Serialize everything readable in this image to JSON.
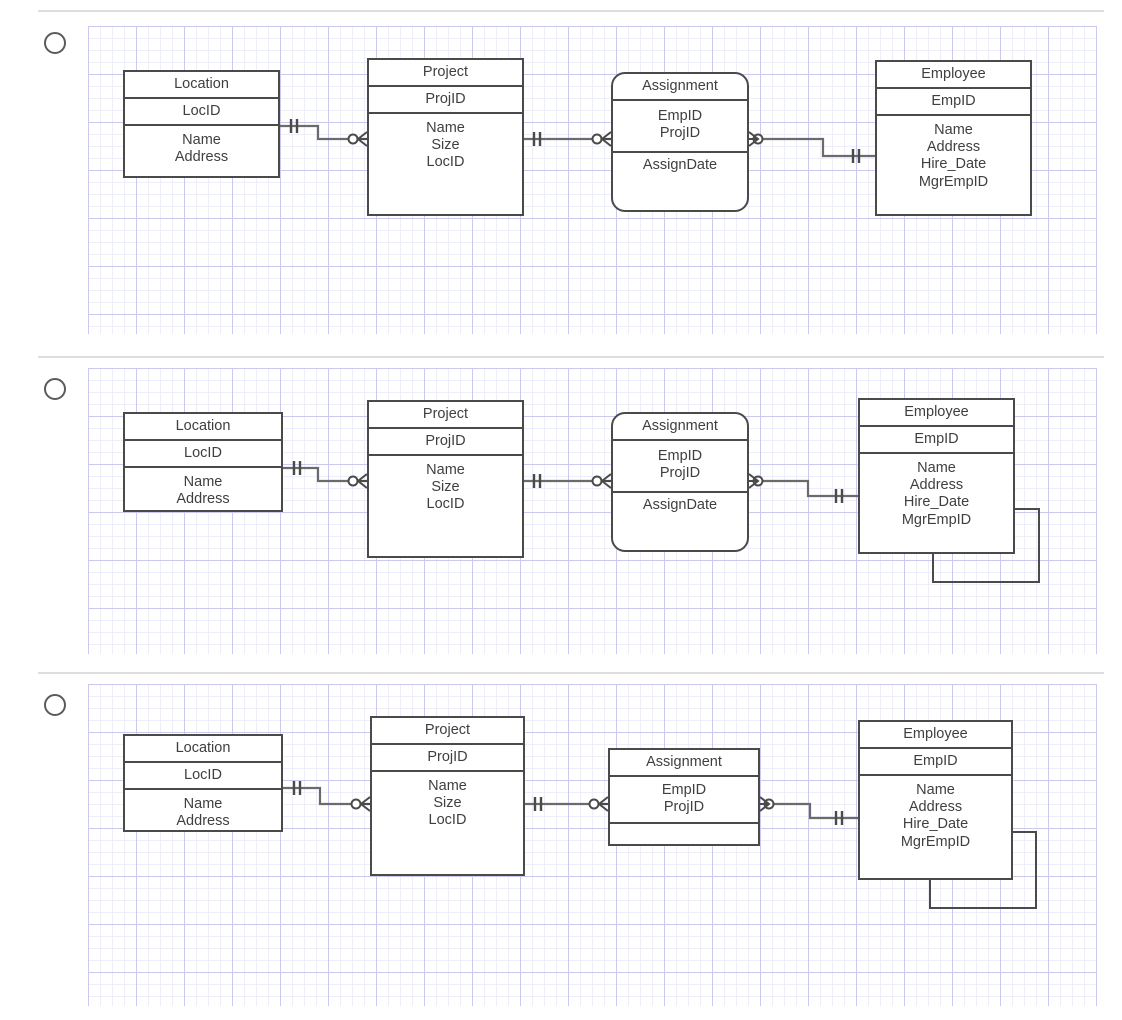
{
  "page": {
    "title": "ERD multiple-choice options",
    "background": "#ffffff",
    "grid_minor_color": "#eeeefb",
    "grid_major_color": "#c9c9ee",
    "line_color": "#6b6b6b",
    "box_border_color": "#4a4a4a",
    "text_color": "#3f3f3f"
  },
  "options": [
    {
      "id": "option-1",
      "radio_label": "",
      "entities": [
        {
          "key": "location",
          "name": "Location",
          "pk": [
            "LocID"
          ],
          "attributes": [
            "Name",
            "Address"
          ],
          "footer": [],
          "shape": "rectangle"
        },
        {
          "key": "project",
          "name": "Project",
          "pk": [
            "ProjID"
          ],
          "attributes": [
            "Name",
            "Size",
            "LocID"
          ],
          "footer": [],
          "shape": "rectangle"
        },
        {
          "key": "assignment",
          "name": "Assignment",
          "pk": [
            "EmpID",
            "ProjID"
          ],
          "attributes": [],
          "footer": [
            "AssignDate"
          ],
          "shape": "rounded"
        },
        {
          "key": "employee",
          "name": "Employee",
          "pk": [
            "EmpID"
          ],
          "attributes": [
            "Name",
            "Address",
            "Hire_Date",
            "MgrEmpID"
          ],
          "footer": [],
          "shape": "rectangle"
        }
      ],
      "relationships": [
        {
          "from": "Location",
          "to": "Project",
          "from_card": "one-and-only-one",
          "to_card": "zero-or-many"
        },
        {
          "from": "Project",
          "to": "Assignment",
          "from_card": "one-and-only-one",
          "to_card": "zero-or-many"
        },
        {
          "from": "Assignment",
          "to": "Employee",
          "from_card": "zero-or-many",
          "to_card": "one-and-only-one"
        }
      ],
      "has_recursive_employee_loop": false
    },
    {
      "id": "option-2",
      "radio_label": "",
      "entities": [
        {
          "key": "location",
          "name": "Location",
          "pk": [
            "LocID"
          ],
          "attributes": [
            "Name",
            "Address"
          ],
          "footer": [],
          "shape": "rectangle"
        },
        {
          "key": "project",
          "name": "Project",
          "pk": [
            "ProjID"
          ],
          "attributes": [
            "Name",
            "Size",
            "LocID"
          ],
          "footer": [],
          "shape": "rectangle"
        },
        {
          "key": "assignment",
          "name": "Assignment",
          "pk": [
            "EmpID",
            "ProjID"
          ],
          "attributes": [],
          "footer": [
            "AssignDate"
          ],
          "shape": "rounded"
        },
        {
          "key": "employee",
          "name": "Employee",
          "pk": [
            "EmpID"
          ],
          "attributes": [
            "Name",
            "Address",
            "Hire_Date",
            "MgrEmpID"
          ],
          "footer": [],
          "shape": "rectangle"
        }
      ],
      "relationships": [
        {
          "from": "Location",
          "to": "Project",
          "from_card": "one-and-only-one",
          "to_card": "zero-or-many"
        },
        {
          "from": "Project",
          "to": "Assignment",
          "from_card": "one-and-only-one",
          "to_card": "zero-or-many"
        },
        {
          "from": "Assignment",
          "to": "Employee",
          "from_card": "zero-or-many",
          "to_card": "one-and-only-one"
        },
        {
          "from": "Employee",
          "to": "Employee",
          "from_card": "",
          "to_card": ""
        }
      ],
      "has_recursive_employee_loop": true
    },
    {
      "id": "option-3",
      "radio_label": "",
      "entities": [
        {
          "key": "location",
          "name": "Location",
          "pk": [
            "LocID"
          ],
          "attributes": [
            "Name",
            "Address"
          ],
          "footer": [],
          "shape": "rectangle"
        },
        {
          "key": "project",
          "name": "Project",
          "pk": [
            "ProjID"
          ],
          "attributes": [
            "Name",
            "Size",
            "LocID"
          ],
          "footer": [],
          "shape": "rectangle"
        },
        {
          "key": "assignment",
          "name": "Assignment",
          "pk": [
            "EmpID",
            "ProjID"
          ],
          "attributes": [],
          "footer": [
            ""
          ],
          "shape": "rectangle"
        },
        {
          "key": "employee",
          "name": "Employee",
          "pk": [
            "EmpID"
          ],
          "attributes": [
            "Name",
            "Address",
            "Hire_Date",
            "MgrEmpID"
          ],
          "footer": [],
          "shape": "rectangle"
        }
      ],
      "relationships": [
        {
          "from": "Location",
          "to": "Project",
          "from_card": "one-and-only-one",
          "to_card": "zero-or-many"
        },
        {
          "from": "Project",
          "to": "Assignment",
          "from_card": "one-and-only-one",
          "to_card": "zero-or-many"
        },
        {
          "from": "Assignment",
          "to": "Employee",
          "from_card": "zero-or-many",
          "to_card": "one-and-only-one"
        },
        {
          "from": "Employee",
          "to": "Employee",
          "from_card": "",
          "to_card": ""
        }
      ],
      "has_recursive_employee_loop": true
    }
  ]
}
